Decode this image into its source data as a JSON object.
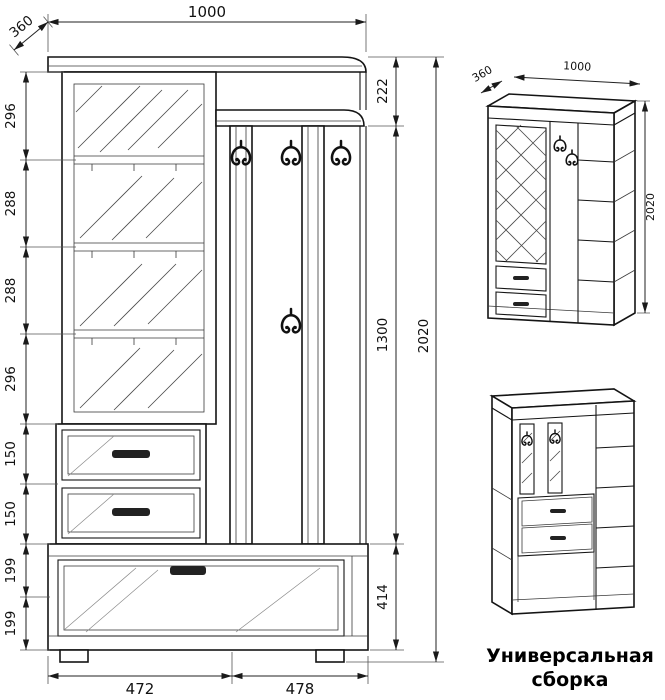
{
  "caption": {
    "line1": "Универсальная",
    "line2": "сборка"
  },
  "front_view": {
    "width_mm": "1000",
    "depth_mm": "360",
    "total_height_mm": "2020",
    "left_heights_mm": [
      "296",
      "288",
      "288",
      "296",
      "150",
      "150",
      "199",
      "199"
    ],
    "right_heights_mm": [
      "222",
      "1300",
      "414"
    ],
    "bottom_widths_mm": [
      "472",
      "478"
    ]
  },
  "iso_view": {
    "depth_mm": "360",
    "width_mm": "1000",
    "height_mm": "2020"
  },
  "colors": {
    "ink": "#141414",
    "paper": "#ffffff"
  }
}
